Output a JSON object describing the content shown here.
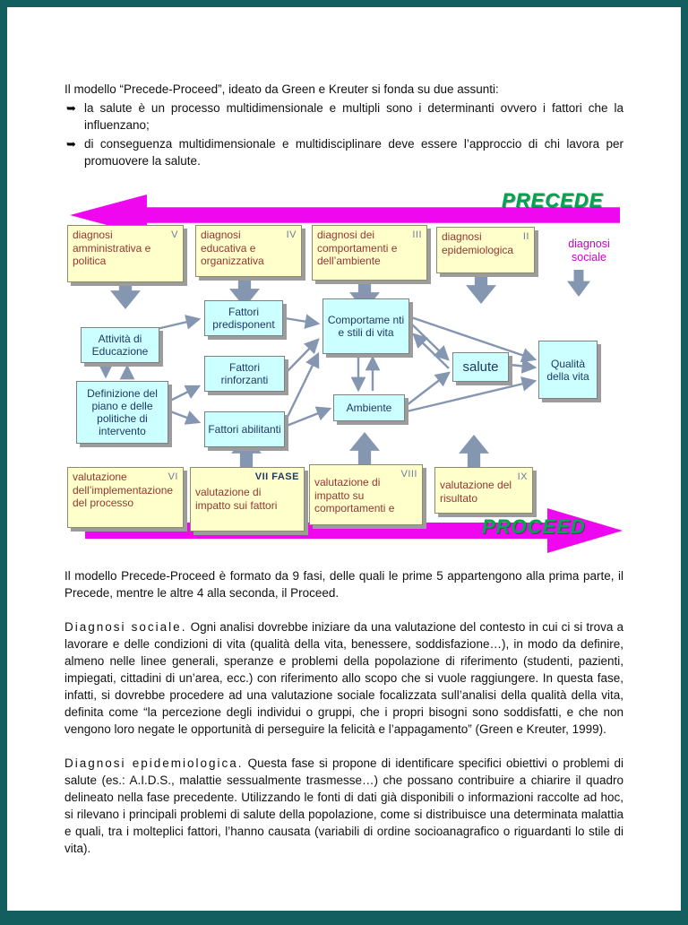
{
  "palette": {
    "frame_teal": "#135e5e",
    "magenta": "#ef07ef",
    "green_label": "#00a550",
    "slate_arrow": "#8496b0",
    "yellow_box": "#ffffcc",
    "cyan_box": "#ccffff",
    "yellow_text": "#943634",
    "cyan_text": "#1f3864",
    "social_magenta": "#cc00cc"
  },
  "intro": {
    "bullet_glyph": "➥",
    "line": "Il modello “Precede-Proceed”, ideato da Green e Kreuter si fonda su due assunti:",
    "bullets": [
      "la salute è un processo multidimensionale e multipli sono i determinanti ovvero i fattori che la influenzano;",
      "di conseguenza multidimensionale e multidisciplinare deve essere l’approccio di chi lavora per promuovere la salute."
    ]
  },
  "diagram": {
    "precede_label": "PRECEDE",
    "proceed_label": "PROCEED",
    "social_label": "diagnosi sociale",
    "top_boxes": [
      {
        "label": "diagnosi amministrativa e politica",
        "numeral": "V"
      },
      {
        "label": "diagnosi educativa e organizzativa",
        "numeral": "IV"
      },
      {
        "label": "diagnosi dei comportamenti e dell’ambiente",
        "numeral": "III"
      },
      {
        "label": "diagnosi epidemiologica",
        "numeral": "II"
      }
    ],
    "boxes": {
      "attivita": "Attività di Educazione",
      "predisponenti": "Fattori predisponent",
      "comportamenti": "Comportame nti e stili  di vita",
      "rinforzanti": "Fattori rinforzanti",
      "ambiente": "Ambiente",
      "salute": "salute",
      "qualita": "Qualità della vita",
      "definizione": "Definizione del piano e delle politiche di intervento",
      "abilitanti": "Fattori abilitanti"
    },
    "bottom_boxes": [
      {
        "label": "valutazione dell’implementazione del processo",
        "numeral": "VI"
      },
      {
        "label": "valutazione di impatto sui fattori",
        "numeral": "VII FASE"
      },
      {
        "label": "valutazione di impatto su comportamenti e",
        "numeral": "VIII"
      },
      {
        "label": "valutazione del risultato",
        "numeral": "IX"
      }
    ]
  },
  "body_text": {
    "para_fasi": "Il modello Precede-Proceed è formato da 9 fasi, delle quali le prime 5 appartengono alla prima parte, il Precede, mentre le altre 4 alla seconda, il Proceed.",
    "social": {
      "lead": "Diagnosi sociale.",
      "body": " Ogni analisi dovrebbe iniziare da una valutazione del contesto in cui ci si trova a lavorare e delle condizioni di vita (qualità della vita, benessere, soddisfazione…), in modo da definire, almeno nelle linee generali, speranze e problemi della popolazione di riferimento (studenti, pazienti, impiegati, cittadini di un’area, ecc.) con riferimento allo scopo che si vuole raggiungere. In questa fase, infatti, si dovrebbe procedere ad una valutazione sociale focalizzata sull’analisi della qualità della vita, definita come “la percezione degli individui o gruppi, che i propri bisogni sono soddisfatti, e che non  vengono loro negate le opportunità di perseguire la felicità e l’appagamento” (Green e Kreuter, 1999)."
    },
    "epidemiologica": {
      "lead": "Diagnosi epidemiologica.",
      "body": " Questa fase si propone di identificare specifici obiettivi o problemi di salute (es.: A.I.D.S., malattie sessualmente trasmesse…) che possano contribuire a chiarire il quadro delineato nella fase precedente. Utilizzando le fonti di dati già disponibili o informazioni raccolte ad hoc, si rilevano i principali problemi di salute della popolazione, come si distribuisce una determinata malattia e quali, tra i molteplici fattori, l’hanno causata (variabili di ordine socioanagrafico o riguardanti lo stile di vita)."
    }
  }
}
